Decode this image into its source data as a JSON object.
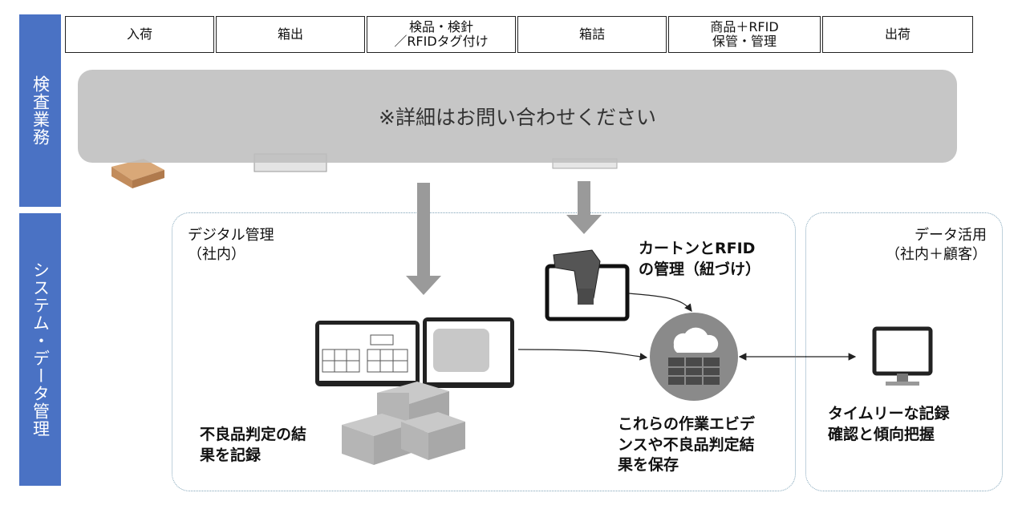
{
  "sidebar": {
    "inspection": "検査業務",
    "system": "システム・データ管理"
  },
  "headers": [
    {
      "label": "入荷"
    },
    {
      "label": "箱出"
    },
    {
      "label": "検品・検針\n／RFIDタグ付け"
    },
    {
      "label": "箱詰"
    },
    {
      "label": "商品＋RFID\n保管・管理"
    },
    {
      "label": "出荷"
    }
  ],
  "overlay": {
    "text": "※詳細はお問い合わせください"
  },
  "digital": {
    "title": "デジタル管理\n（社内）"
  },
  "data_use": {
    "title": "データ活用\n（社内＋顧客）"
  },
  "notes": {
    "carton_rfid": "カートンとRFID\nの管理（紐づけ）",
    "defect_record": "不良品判定の結\n果を記録",
    "evidence": "これらの作業エビデ\nンスや不良品判定結\n果を保存",
    "timely": "タイムリーな記録\n確認と傾向把握"
  },
  "colors": {
    "accent": "#4a72c4",
    "zone_border": "#7fa3b8",
    "arrow": "#9a9a9a",
    "cloud_circle": "#8a8a8a"
  }
}
